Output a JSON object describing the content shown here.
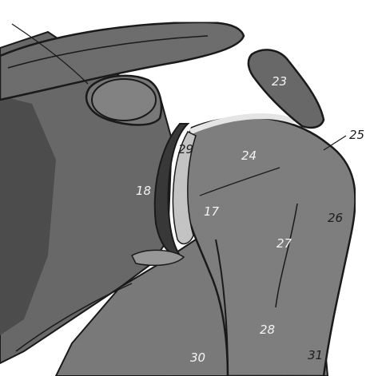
{
  "figure": {
    "labels": {
      "l17": "17",
      "l18": "18",
      "l23": "23",
      "l24": "24",
      "l25": "25",
      "l26": "26",
      "l27": "27",
      "l28": "28",
      "l29": "29",
      "l30": "30",
      "l31": "31"
    }
  },
  "colors": {
    "background": "#ffffff",
    "bone_dark": "#5e5e5e",
    "bone_mid": "#787878",
    "bone_light": "#8e8e8e",
    "ligament": "#9a9a9a",
    "outline": "#1a1a1a",
    "cartilage": "#e9e9e9"
  }
}
